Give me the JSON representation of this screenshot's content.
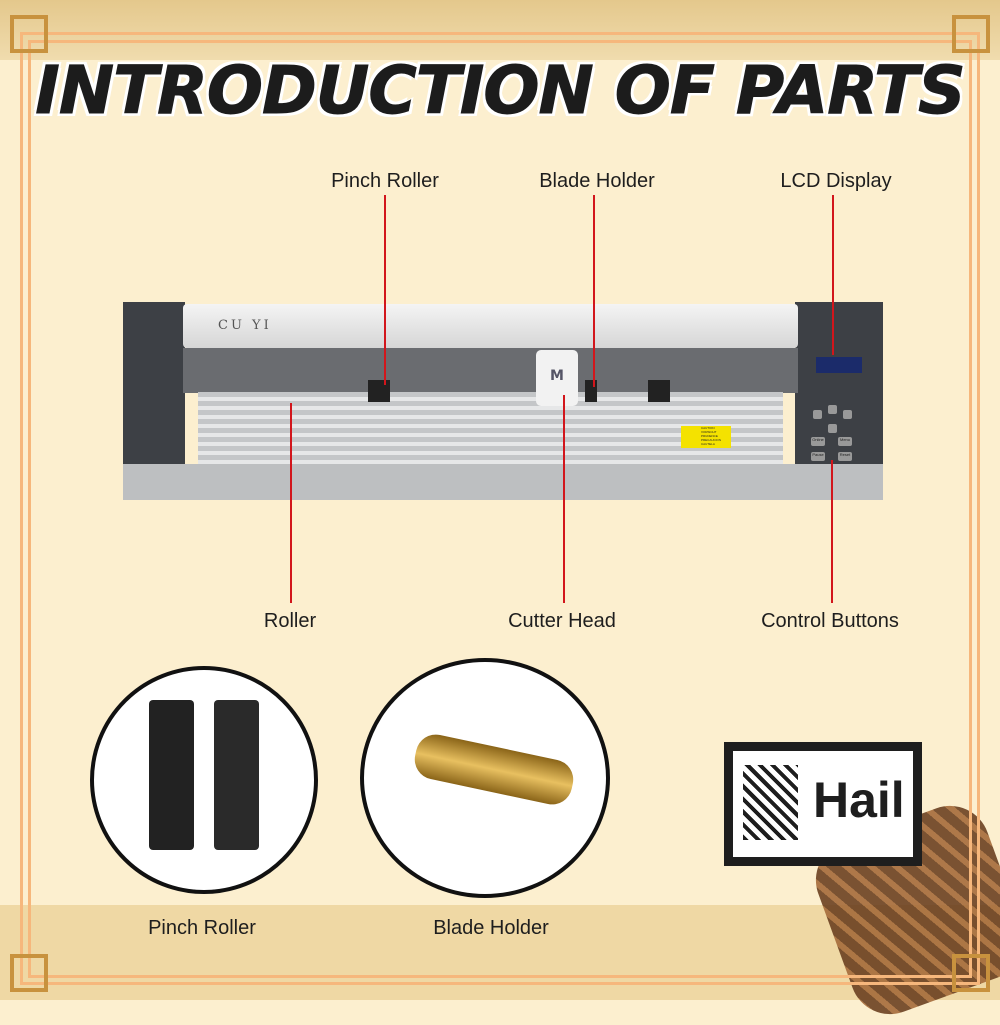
{
  "title": "INTRODUCTION OF PARTS",
  "labels": {
    "pinch_roller": "Pinch Roller",
    "blade_holder": "Blade Holder",
    "lcd_display": "LCD Display",
    "roller": "Roller",
    "cutter_head": "Cutter Head",
    "control_buttons": "Control Buttons"
  },
  "machine": {
    "brand": "CU YI",
    "head_logo": "M",
    "buttons": [
      "Online",
      "Menu",
      "Pause",
      "Reset"
    ],
    "sticker": [
      "CAUTION",
      "VORSICHT",
      "PRUDENCE",
      "PRECAUCION",
      "CAUTELA"
    ]
  },
  "insets": {
    "pinch_roller": "Pinch Roller",
    "blade_holder": "Blade Holder"
  },
  "logo": "Hail",
  "colors": {
    "pointer": "#d2161c",
    "frame": "#f6b77c",
    "background": "#fcefcf"
  }
}
